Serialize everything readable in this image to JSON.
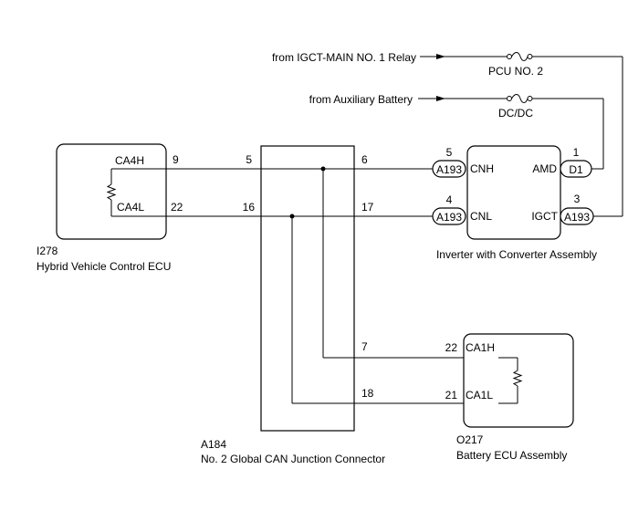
{
  "sources": {
    "igct_main": "from IGCT-MAIN NO. 1 Relay",
    "aux_battery": "from Auxiliary Battery"
  },
  "fuses": {
    "pcu": "PCU NO. 2",
    "dcdc": "DC/DC"
  },
  "hv_ecu": {
    "code": "I278",
    "name": "Hybrid Vehicle Control ECU",
    "ca4h": "CA4H",
    "ca4l": "CA4L",
    "pin_ca4h": "9",
    "pin_ca4l": "22"
  },
  "junction": {
    "code": "A184",
    "name": "No. 2 Global CAN Junction Connector",
    "pin5": "5",
    "pin16": "16",
    "pin6": "6",
    "pin17": "17",
    "pin7": "7",
    "pin18": "18"
  },
  "inverter": {
    "name": "Inverter with Converter Assembly",
    "cnh": "CNH",
    "cnl": "CNL",
    "amd": "AMD",
    "igct": "IGCT",
    "pin_cnh": "5",
    "pin_cnl": "4",
    "pin_amd": "1",
    "pin_igct": "3",
    "conn_cnh": "A193",
    "conn_cnl": "A193",
    "conn_amd": "D1",
    "conn_igct": "A193"
  },
  "battery_ecu": {
    "code": "O217",
    "name": "Battery ECU Assembly",
    "ca1h": "CA1H",
    "ca1l": "CA1L",
    "pin_ca1h": "22",
    "pin_ca1l": "21"
  }
}
